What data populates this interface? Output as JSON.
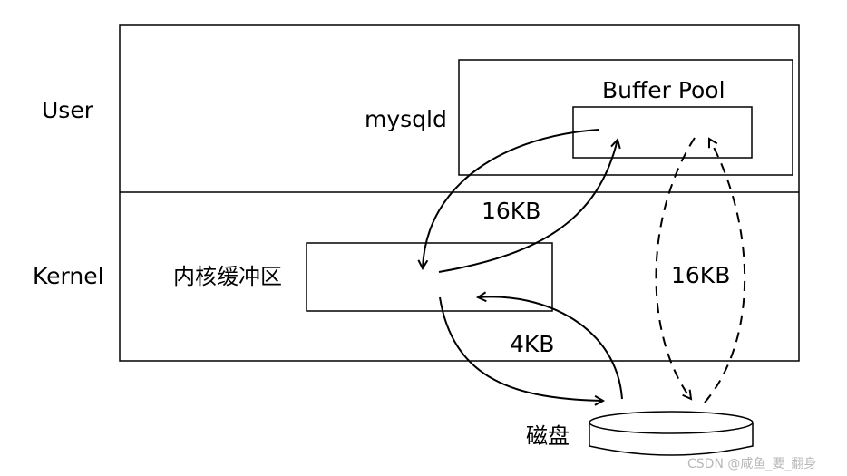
{
  "labels": {
    "user": "User",
    "kernel": "Kernel",
    "mysqld": "mysqld",
    "buffer_pool": "Buffer Pool",
    "kernel_buffer": "内核缓冲区",
    "disk": "磁盘"
  },
  "edges": {
    "kernel_to_buffer_pool": "16KB",
    "disk_to_buffer_pool_direct": "16KB",
    "disk_to_kernel": "4KB"
  },
  "watermark": "CSDN @咸鱼_要_翻身",
  "colors": {
    "stroke": "#000000",
    "background": "#ffffff",
    "watermark": "#b8b8b8"
  }
}
